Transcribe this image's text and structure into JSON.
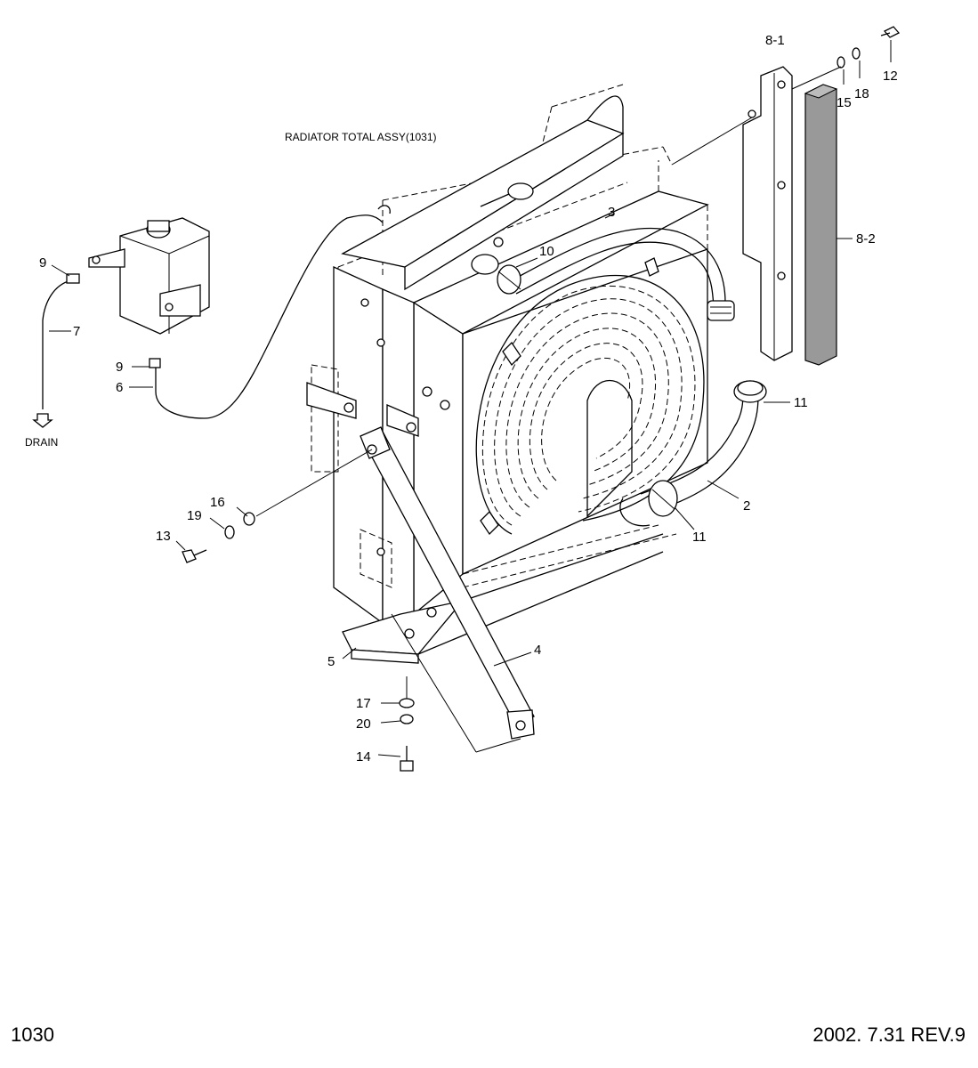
{
  "diagram": {
    "assembly_title": "RADIATOR TOTAL ASSY(1031)",
    "drain_label": "DRAIN",
    "callouts": {
      "c2": "2",
      "c3": "3",
      "c4": "4",
      "c5": "5",
      "c6": "6",
      "c7": "7",
      "c8_1": "8-1",
      "c8_2": "8-2",
      "c9_top": "9",
      "c9_mid": "9",
      "c10": "10",
      "c11_top": "11",
      "c11_bottom": "11",
      "c12": "12",
      "c13": "13",
      "c14": "14",
      "c15": "15",
      "c16": "16",
      "c17": "17",
      "c18": "18",
      "c19": "19",
      "c20": "20"
    }
  },
  "footer": {
    "page_number": "1030",
    "date_revision": "2002. 7.31  REV.9"
  }
}
